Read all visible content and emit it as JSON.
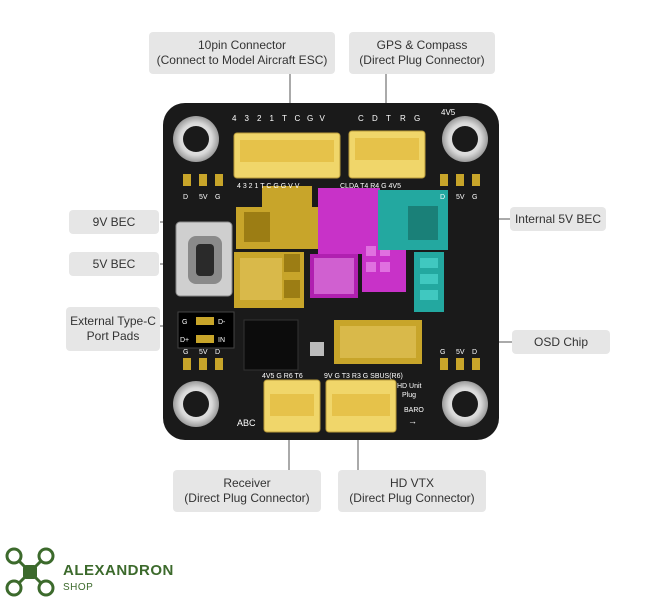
{
  "callouts": {
    "pin10": {
      "line1": "10pin Connector",
      "line2": "(Connect to Model Aircraft ESC)"
    },
    "gps": {
      "line1": "GPS & Compass",
      "line2": "(Direct Plug Connector)"
    },
    "bec9": {
      "line1": "9V BEC"
    },
    "bec5": {
      "line1": "5V BEC"
    },
    "typec": {
      "line1": "External Type-C",
      "line2": "Port Pads"
    },
    "int5v": {
      "line1": "Internal 5V BEC"
    },
    "osd": {
      "line1": "OSD Chip"
    },
    "receiver": {
      "line1": "Receiver",
      "line2": "(Direct Plug Connector)"
    },
    "hdvtx": {
      "line1": "HD VTX",
      "line2": "(Direct Plug Connector)"
    }
  },
  "silk": {
    "top_pins": [
      "4",
      "3",
      "2",
      "1",
      "T",
      "C",
      "G",
      "V"
    ],
    "top_right_pins": [
      "C",
      "D",
      "T",
      "R",
      "G"
    ],
    "top_right_label": "4V5",
    "mid_left": "4 3 2 1 T C G G V V",
    "mid_right": "CLDA T4 R4 G 4V5",
    "pad_left": [
      "D",
      "5V",
      "G"
    ],
    "pad_right": [
      "D",
      "5V",
      "G"
    ],
    "typec_left": [
      "G",
      "D+"
    ],
    "typec_right": [
      "D-",
      "IN"
    ],
    "bottom_left_pads": [
      "G",
      "5V",
      "D"
    ],
    "bottom_right_pads": [
      "G",
      "5V",
      "D"
    ],
    "bottom_row1": "4V5 G R6 T6",
    "bottom_row2": "9V G T3 R3 G SBUS(R6)",
    "hd_unit1": "HD Unit",
    "hd_unit2": "Plug",
    "baro": "BARO",
    "abc": "ABC"
  },
  "brand": {
    "name": "ALEXANDRON",
    "sub": "SHOP"
  },
  "colors": {
    "board": "#1a1a1a",
    "connector": "#f0d66a",
    "gold": "#c8a52a",
    "magenta": "#c832c8",
    "teal": "#23a8a0",
    "callout_bg": "#e6e6e6",
    "brand_green": "#3c6a2c"
  }
}
